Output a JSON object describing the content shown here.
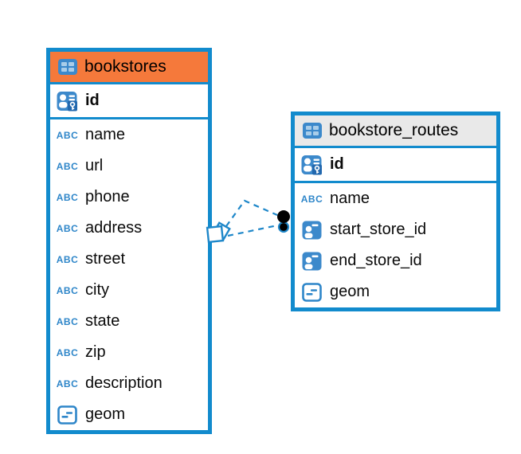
{
  "diagram": {
    "type": "entity-relationship",
    "tables": [
      {
        "title": "bookstores",
        "header_color": "#F5793B",
        "columns": [
          {
            "name": "id",
            "type": "primary-key"
          },
          {
            "name": "name",
            "type": "text"
          },
          {
            "name": "url",
            "type": "text"
          },
          {
            "name": "phone",
            "type": "text"
          },
          {
            "name": "address",
            "type": "text"
          },
          {
            "name": "street",
            "type": "text"
          },
          {
            "name": "city",
            "type": "text"
          },
          {
            "name": "state",
            "type": "text"
          },
          {
            "name": "zip",
            "type": "text"
          },
          {
            "name": "description",
            "type": "text"
          },
          {
            "name": "geom",
            "type": "geometry"
          }
        ]
      },
      {
        "title": "bookstore_routes",
        "header_color": "#E9E9E9",
        "columns": [
          {
            "name": "id",
            "type": "primary-key"
          },
          {
            "name": "name",
            "type": "text"
          },
          {
            "name": "start_store_id",
            "type": "foreign-key"
          },
          {
            "name": "end_store_id",
            "type": "foreign-key"
          },
          {
            "name": "geom",
            "type": "geometry"
          }
        ]
      }
    ],
    "relationship": {
      "from_table": "bookstores",
      "to_table": "bookstore_routes",
      "style": "dashed",
      "line_count": 2
    }
  },
  "icons": {
    "text_label": "ABC"
  },
  "colors": {
    "table_border": "#128BCD",
    "bookstores_header_bg": "#F5793B",
    "routes_header_bg": "#E9E9E9",
    "icon_blue": "#3C89CB",
    "relationship_blue": "#1E87C9",
    "text_black": "#0a0a0a"
  }
}
